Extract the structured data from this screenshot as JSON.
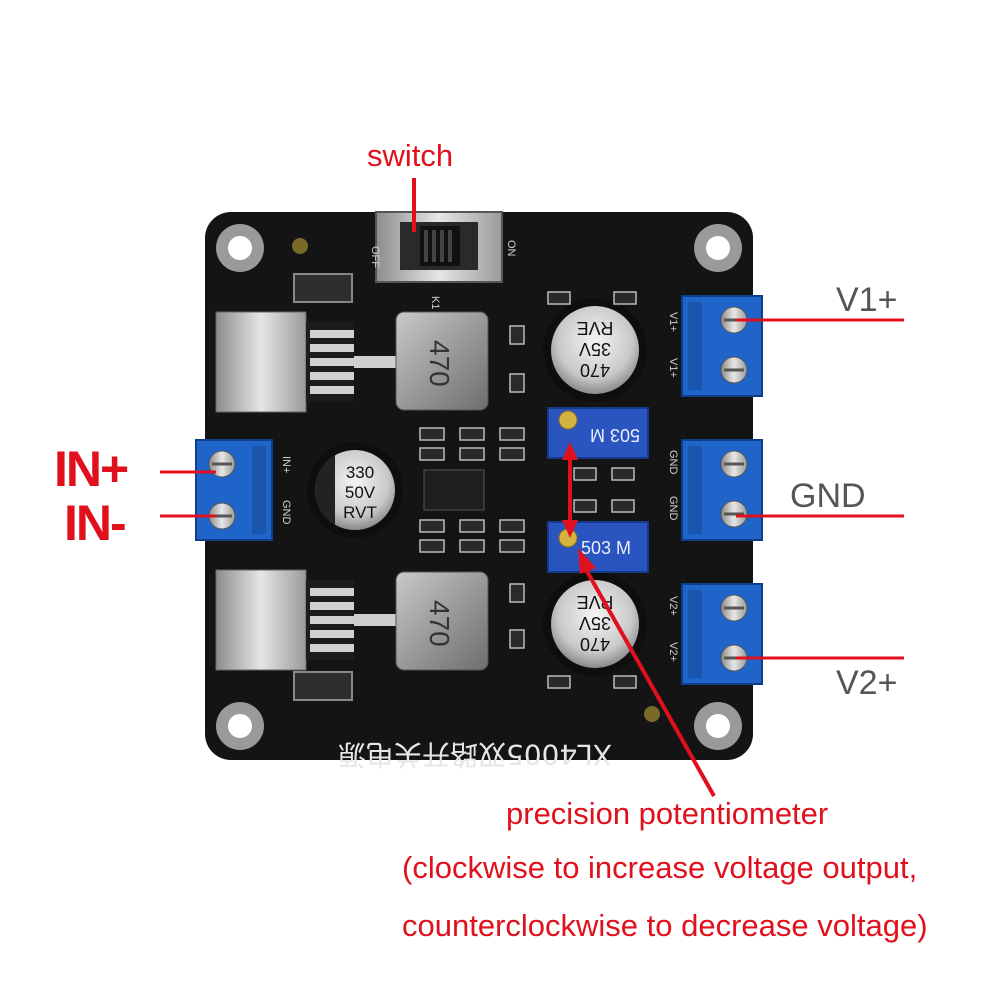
{
  "labels": {
    "switch": "switch",
    "in_plus": "IN+",
    "in_minus": "IN-",
    "v1_plus": "V1+",
    "gnd": "GND",
    "v2_plus": "V2+",
    "pot_line1": "precision potentiometer",
    "pot_line2": "(clockwise to increase voltage output,",
    "pot_line3": "counterclockwise to decrease voltage)"
  },
  "board": {
    "title": "XL4005双路开关电源",
    "switch_off": "OFF",
    "switch_on": "ON",
    "switch_ref": "K1",
    "term_in_plus": "IN+",
    "term_in_gnd": "GND",
    "term_v1_a": "V1+",
    "term_v1_b": "V1+",
    "term_gnd_a": "GND",
    "term_gnd_b": "GND",
    "term_v2_a": "V2+",
    "term_v2_b": "V2+",
    "cap_in_l1": "330",
    "cap_in_l2": "50V",
    "cap_in_l3": "RVT",
    "cap_out_l1": "470",
    "cap_out_l2": "35V",
    "cap_out_l3": "RVE",
    "inductor": "470",
    "pot_code": "503 M"
  },
  "colors": {
    "annotation_red": "#e0101c",
    "pcb_black": "#141414",
    "terminal_blue": "#1f64c8",
    "pot_blue": "#2a55c0"
  }
}
